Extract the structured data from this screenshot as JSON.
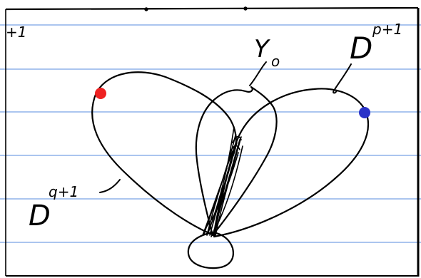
{
  "note": {
    "labels": {
      "top_left": "+1",
      "d_top_base": "D",
      "d_top_sup": "p+1",
      "y_base": "Y",
      "y_sub": "o",
      "d_left_base": "D",
      "d_left_sup": "q+1"
    },
    "colors": {
      "paper": "#ffffff",
      "rule_lines": "#8fb2ea",
      "ink": "#000000",
      "red_point": "#ee2222",
      "blue_point": "#2a33c8"
    }
  }
}
